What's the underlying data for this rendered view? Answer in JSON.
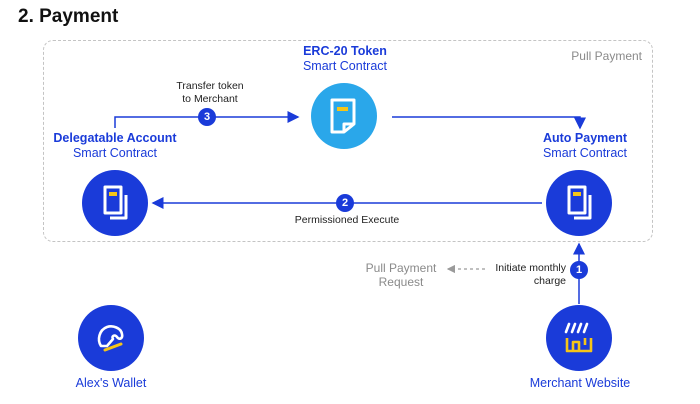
{
  "title": "2. Payment",
  "region_label": "Pull Payment",
  "nodes": {
    "erc20": {
      "name": "ERC-20 Token",
      "sub": "Smart Contract"
    },
    "delegatable": {
      "name": "Delegatable Account",
      "sub": "Smart Contract"
    },
    "auto": {
      "name": "Auto Payment",
      "sub": "Smart Contract"
    },
    "wallet": {
      "name": "Alex's Wallet"
    },
    "merchant": {
      "name": "Merchant Website"
    }
  },
  "edges": {
    "transfer": {
      "step": "3",
      "line1": "Transfer token",
      "line2": "to Merchant"
    },
    "permissioned": {
      "step": "2",
      "label": "Permissioned Execute"
    },
    "initiate": {
      "step": "1",
      "line1": "Initiate monthly",
      "line2": "charge"
    }
  },
  "pull_request": {
    "line1": "Pull Payment",
    "line2": "Request"
  },
  "colors": {
    "primary": "#1a3bd9",
    "light_blue": "#2aa7ea",
    "accent": "#f5c518",
    "gray": "#8a8a8a"
  }
}
